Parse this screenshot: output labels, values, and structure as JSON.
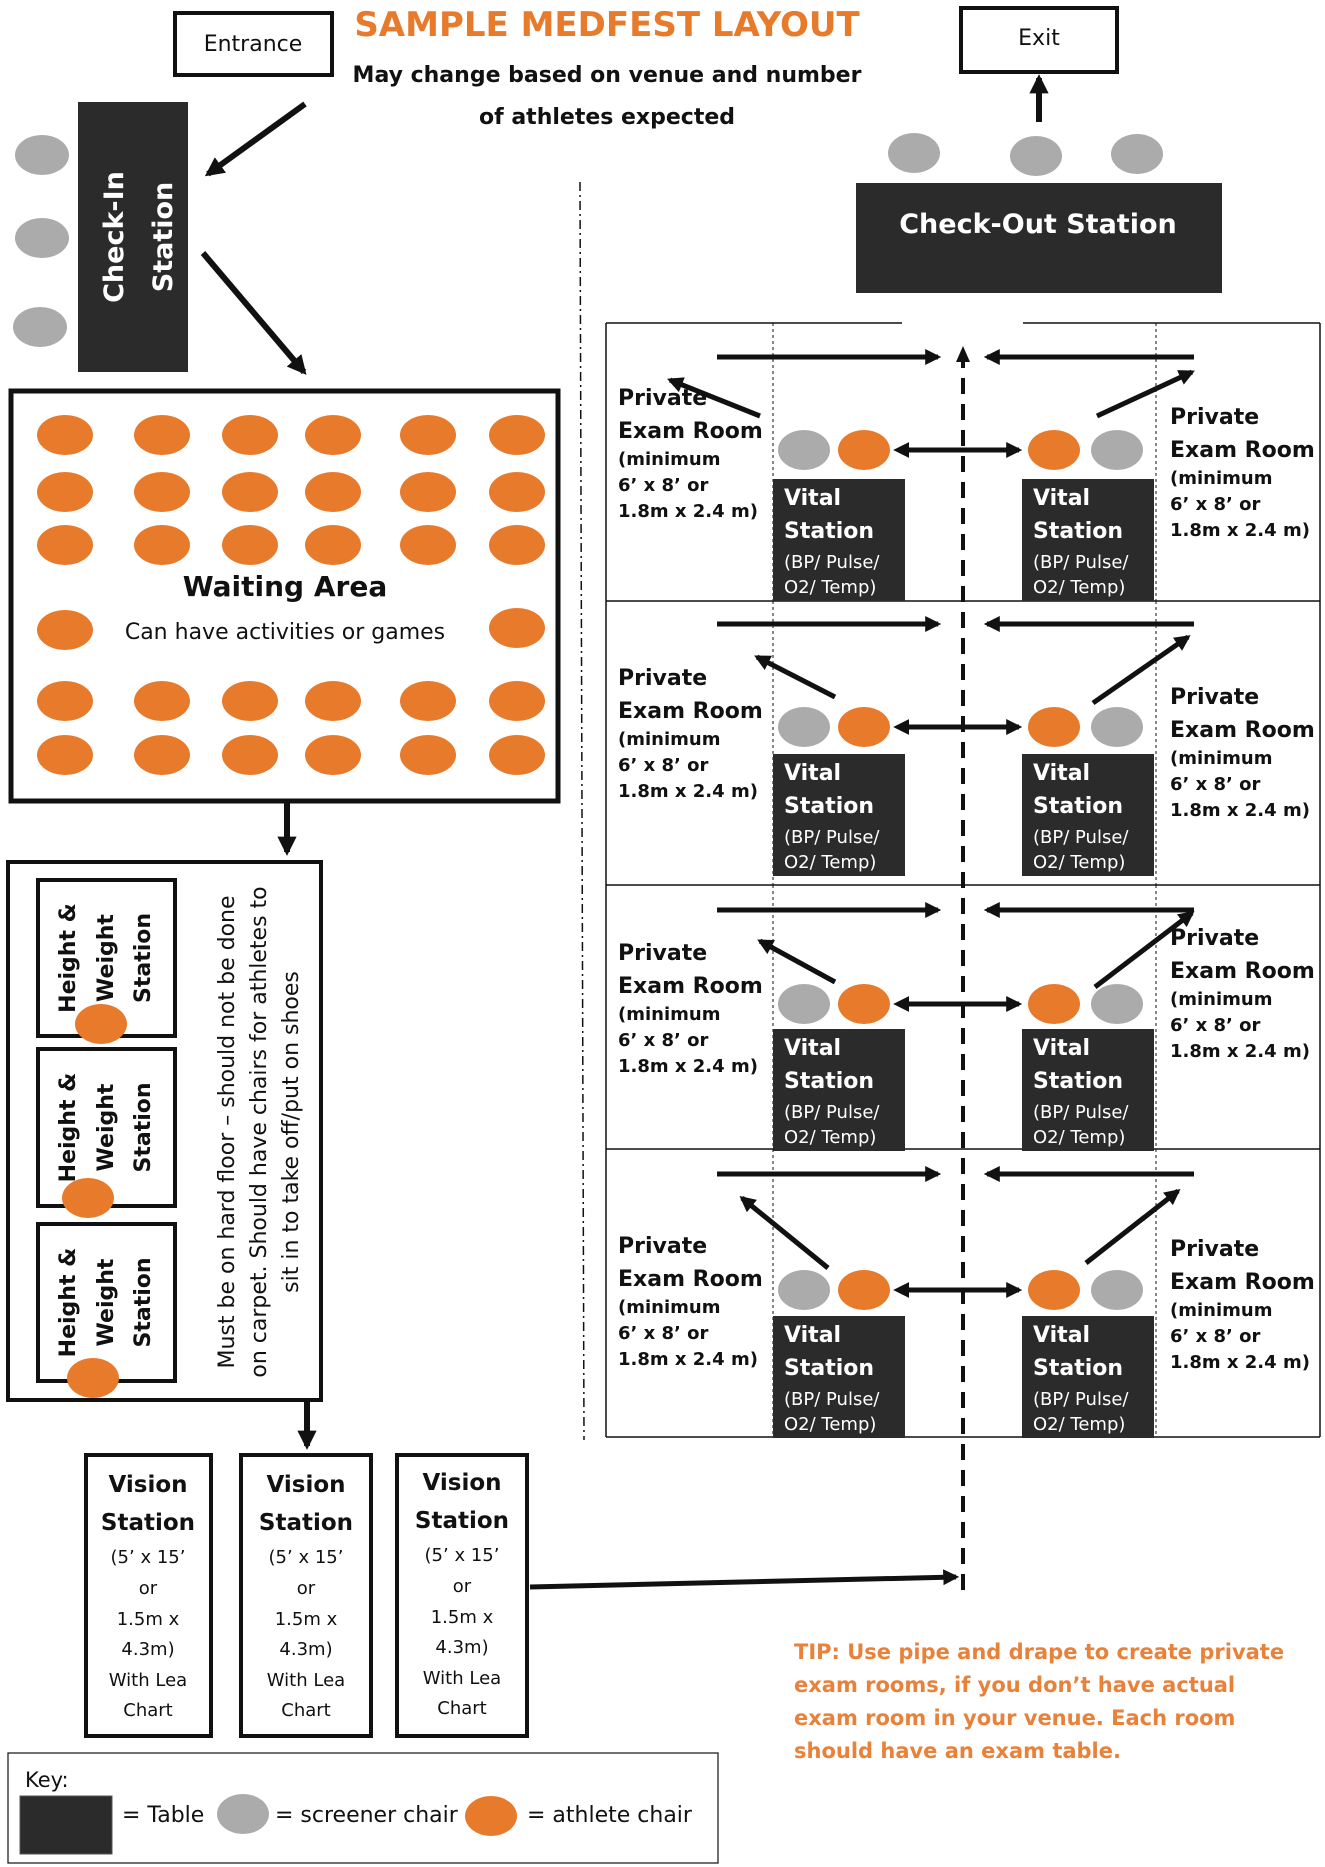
{
  "title": "SAMPLE MEDFEST LAYOUT",
  "subtitle_line1": "May change based on venue and number",
  "subtitle_line2": "of athletes expected",
  "entrance": "Entrance",
  "exit": "Exit",
  "checkin": {
    "line1": "Check-In",
    "line2": "Station"
  },
  "checkout": "Check-Out Station",
  "waiting": {
    "title": "Waiting Area",
    "subtitle": "Can have activities or games"
  },
  "hw_station": {
    "line1": "Height &",
    "line2": "Weight",
    "line3": "Station"
  },
  "hw_note": {
    "line1": "Must be on hard floor – should not be done",
    "line2": "on carpet.  Should have chairs for athletes to",
    "line3": "sit in to take off/put on shoes"
  },
  "vision_station": [
    "Vision",
    "Station",
    "(5’ x 15’",
    "or",
    "1.5m x",
    "4.3m)",
    "With Lea",
    "Chart"
  ],
  "exam_room": [
    "Private",
    "Exam Room",
    "(minimum",
    "6’ x 8’  or",
    "1.8m x 2.4 m)"
  ],
  "vital_station": [
    "Vital",
    "Station",
    "(BP/ Pulse/",
    "O2/ Temp)"
  ],
  "tip": {
    "line1": "TIP:  Use pipe and drape to create private",
    "line2": "exam rooms, if you don’t have actual",
    "line3": "exam room in your venue.  Each room",
    "line4": "should have an exam table."
  },
  "key": {
    "label": "Key:",
    "table": "= Table",
    "screener": "= screener  chair",
    "athlete": "= athlete chair"
  },
  "colors": {
    "orange": "#E87A2C",
    "gray": "#ABABAB",
    "dark": "#2B2B2B",
    "tip": "#E8823A"
  }
}
